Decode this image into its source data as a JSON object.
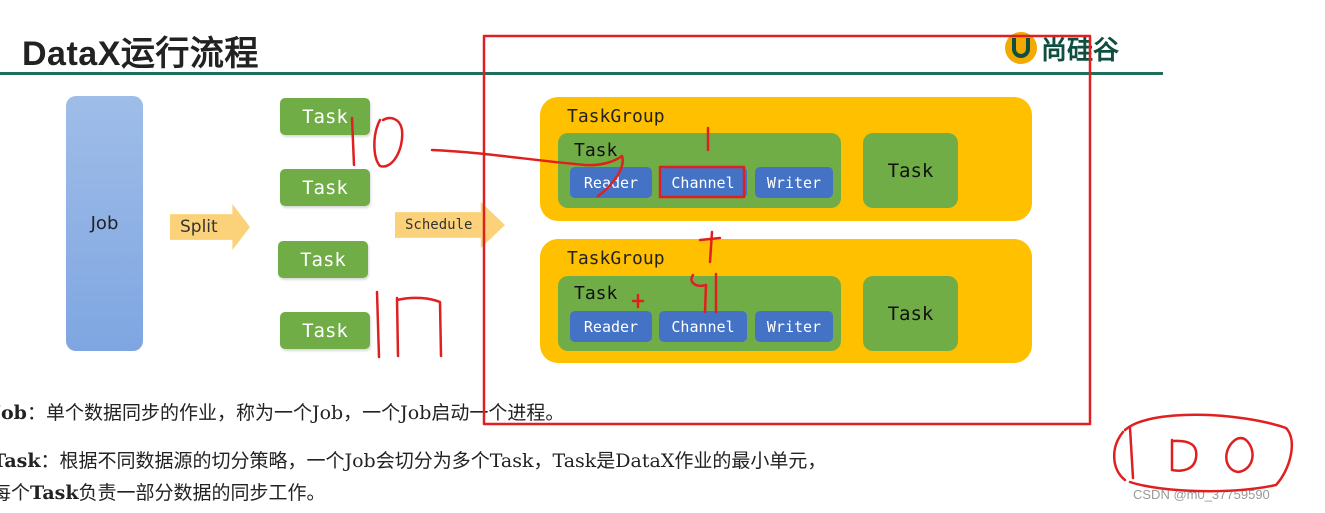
{
  "title": "DataX运行流程",
  "logo": {
    "text": "尚硅谷",
    "colors": {
      "mark": "#f2a900",
      "text": "#0e4f41"
    }
  },
  "diagram": {
    "job": "Job",
    "split": "Split",
    "schedule": "Schedule",
    "split_tasks": [
      "Task",
      "Task",
      "Task",
      "Task"
    ],
    "task_groups": [
      {
        "label": "TaskGroup",
        "task": "Task",
        "reader": "Reader",
        "channel": "Channel",
        "writer": "Writer",
        "side_task": "Task"
      },
      {
        "label": "TaskGroup",
        "task": "Task",
        "reader": "Reader",
        "channel": "Channel",
        "writer": "Writer",
        "side_task": "Task"
      }
    ],
    "colors": {
      "job": "#8fb2e6",
      "arrow": "#fbd27a",
      "task": "#70ad47",
      "taskgroup": "#ffc000",
      "component": "#4472c4",
      "annotation": "#e02020"
    }
  },
  "descriptions": {
    "job_term": "Job",
    "job_text": "：单个数据同步的作业，称为一个Job，一个Job启动一个进程。",
    "task_term": "Task",
    "task_text_1": "：根据不同数据源的切分策略，一个Job会切分为多个Task，Task是DataX作业的最小单元，",
    "task_text_2_prefix": "每个",
    "task_text_2_term": "Task",
    "task_text_2_rest": "负责一部分数据的同步工作。"
  },
  "watermark": "CSDN @m0_37759590"
}
